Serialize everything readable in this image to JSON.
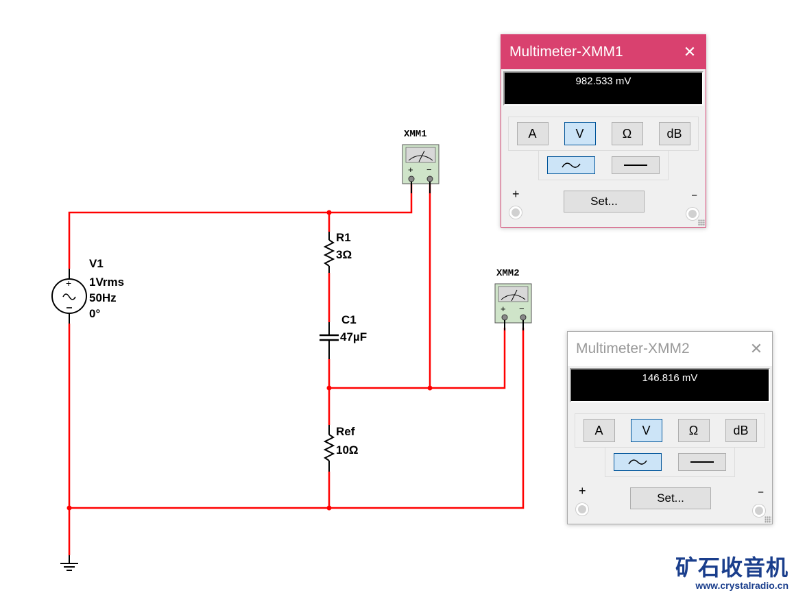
{
  "schematic": {
    "wire_color": "#ff0000",
    "components": {
      "V1": {
        "name": "V1",
        "voltage": "1Vrms",
        "frequency": "50Hz",
        "phase": "0°"
      },
      "R1": {
        "name": "R1",
        "value": "3Ω"
      },
      "C1": {
        "name": "C1",
        "value": "47µF"
      },
      "Ref": {
        "name": "Ref",
        "value": "10Ω"
      },
      "XMM1": {
        "name": "XMM1"
      },
      "XMM2": {
        "name": "XMM2"
      }
    }
  },
  "windows": [
    {
      "title": "Multimeter-XMM1",
      "active": true,
      "reading": "982.533 mV",
      "function_buttons": [
        "A",
        "V",
        "Ω",
        "dB"
      ],
      "selected_function": "V",
      "mode_buttons": [
        "ac-wave-icon",
        "dc-line-icon"
      ],
      "selected_mode": "AC",
      "set_label": "Set...",
      "plus_label": "+",
      "minus_label": "−"
    },
    {
      "title": "Multimeter-XMM2",
      "active": false,
      "reading": "146.816 mV",
      "function_buttons": [
        "A",
        "V",
        "Ω",
        "dB"
      ],
      "selected_function": "V",
      "mode_buttons": [
        "ac-wave-icon",
        "dc-line-icon"
      ],
      "selected_mode": "AC",
      "set_label": "Set...",
      "plus_label": "+",
      "minus_label": "−"
    }
  ],
  "watermark": {
    "chinese": "矿石收音机",
    "url": "www.crystalradio.cn"
  }
}
